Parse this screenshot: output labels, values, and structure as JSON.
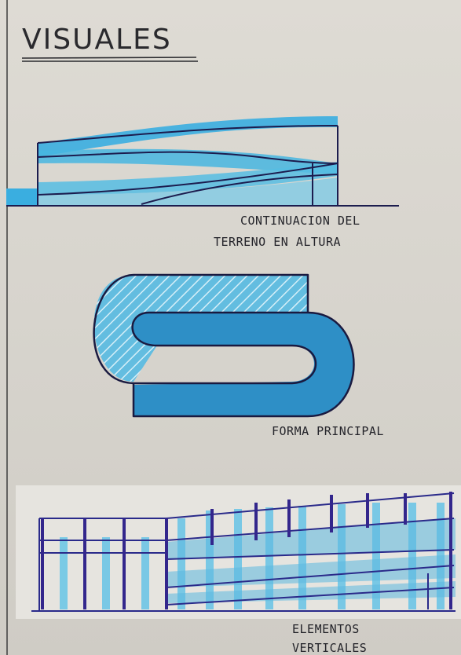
{
  "title": "VISUALES",
  "sketches": [
    {
      "caption_lines": [
        "CONTINUACION DEL",
        "TERRENO EN ALTURA"
      ]
    },
    {
      "caption_lines": [
        "FORMA PRINCIPAL"
      ]
    },
    {
      "caption_lines": [
        "ELEMENTOS",
        "VERTICALES"
      ]
    }
  ],
  "colors": {
    "paper": "#dedbd4",
    "marker_light": "#4fb4d8",
    "marker_dark": "#2a7fb8",
    "ink_navy": "#1b1b5e",
    "ink_purple": "#33268c"
  }
}
